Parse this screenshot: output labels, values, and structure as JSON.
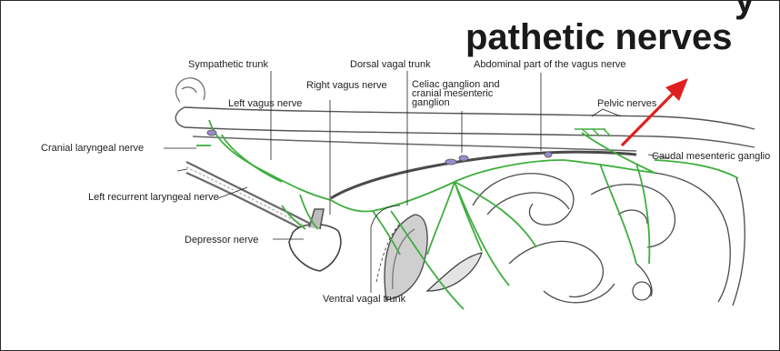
{
  "slide": {
    "heading": "pathetic nerves",
    "corner_fragment": "y",
    "accent_arrow_color": "#e02020"
  },
  "diagram": {
    "nerve_color": "#3fae3f",
    "trunk_color": "#4a4a4a",
    "labels": {
      "sympathetic_trunk": "Sympathetic trunk",
      "dorsal_vagal_trunk": "Dorsal vagal trunk",
      "abdominal_vagus": "Abdominal part of the vagus nerve",
      "right_vagus": "Right vagus nerve",
      "celiac_ganglion": "Celiac ganglion and\ncranial mesenteric\nganglion",
      "left_vagus": "Left vagus nerve",
      "pelvic_nerves": "Pelvic nerves",
      "cranial_laryngeal": "Cranial laryngeal nerve",
      "caudal_mesenteric": "Caudal mesenteric ganglio",
      "left_recurrent_laryngeal": "Left recurrent laryngeal nerve",
      "depressor_nerve": "Depressor nerve",
      "ventral_vagal_trunk": "Ventral vagal trunk"
    }
  }
}
